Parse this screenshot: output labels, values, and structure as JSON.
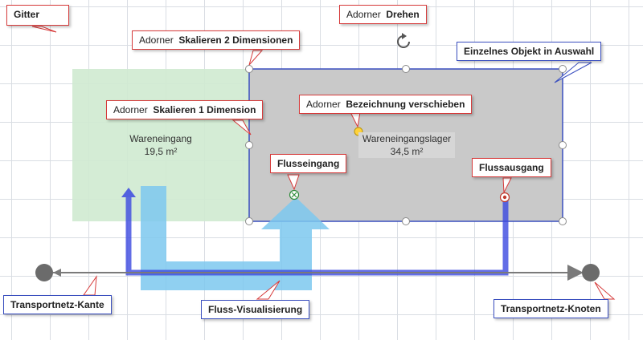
{
  "areas": {
    "left": {
      "name": "Wareneingang",
      "size": "19,5 m²"
    },
    "right": {
      "name": "Wareneingangslager",
      "size": "34,5 m²"
    }
  },
  "callouts": {
    "gitter": {
      "bold": "Gitter"
    },
    "drehen": {
      "prefix": "Adorner",
      "bold": "Drehen"
    },
    "skalieren2": {
      "prefix": "Adorner",
      "bold": "Skalieren 2 Dimensionen"
    },
    "auswahl": {
      "bold": "Einzelnes Objekt in Auswahl"
    },
    "skalieren1": {
      "prefix": "Adorner",
      "bold": "Skalieren 1 Dimension"
    },
    "bezeichnung": {
      "prefix": "Adorner",
      "bold": "Bezeichnung verschieben"
    },
    "flusseingang": {
      "bold": "Flusseingang"
    },
    "flussausgang": {
      "bold": "Flussausgang"
    },
    "kante": {
      "bold": "Transportnetz-Kante"
    },
    "visualisierung": {
      "bold": "Fluss-Visualisierung"
    },
    "knoten": {
      "bold": "Transportnetz-Knoten"
    }
  },
  "colors": {
    "left_area": "#cfead0",
    "right_area": "#c9c9c9",
    "selection_border": "#3a4fbf",
    "flow_wide": "#7cc8ef",
    "flow_narrow": "#3b49e0",
    "network": "#7a7a7a",
    "label_anchor": "#ffd23a",
    "callout_border_red": "#d63a3a"
  },
  "icons": {
    "rotate": "rotate-icon",
    "flow_in": "flow-in-marker-icon",
    "flow_out": "flow-out-marker-icon"
  }
}
